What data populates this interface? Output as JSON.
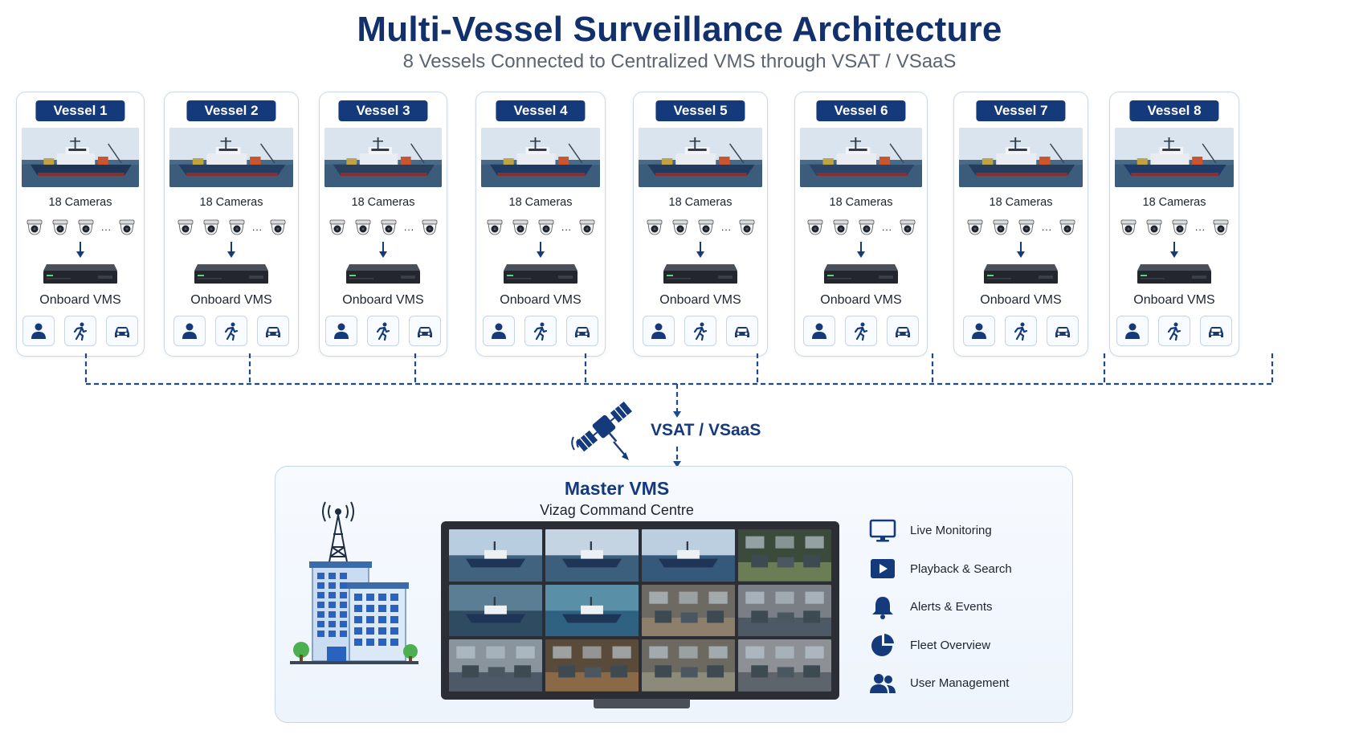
{
  "header": {
    "title": "Multi-Vessel Surveillance Architecture",
    "subtitle": "8 Vessels Connected to Centralized VMS through VSAT / VSaaS"
  },
  "vessels": [
    {
      "name": "Vessel 1",
      "cameras_label": "18 Cameras",
      "vms_label": "Onboard VMS"
    },
    {
      "name": "Vessel 2",
      "cameras_label": "18 Cameras",
      "vms_label": "Onboard VMS"
    },
    {
      "name": "Vessel 3",
      "cameras_label": "18 Cameras",
      "vms_label": "Onboard VMS"
    },
    {
      "name": "Vessel 4",
      "cameras_label": "18 Cameras",
      "vms_label": "Onboard VMS"
    },
    {
      "name": "Vessel 5",
      "cameras_label": "18 Cameras",
      "vms_label": "Onboard VMS"
    },
    {
      "name": "Vessel 6",
      "cameras_label": "18 Cameras",
      "vms_label": "Onboard VMS"
    },
    {
      "name": "Vessel 7",
      "cameras_label": "18 Cameras",
      "vms_label": "Onboard VMS"
    },
    {
      "name": "Vessel 8",
      "cameras_label": "18 Cameras",
      "vms_label": "Onboard VMS"
    }
  ],
  "camera_row": {
    "dots": "···"
  },
  "detection_icons": [
    "person-icon",
    "running-person-icon",
    "car-icon"
  ],
  "link": {
    "label": "VSAT / VSaaS",
    "icon": "satellite-icon"
  },
  "master": {
    "title": "Master VMS",
    "subtitle": "Vizag Command Centre",
    "features": [
      {
        "label": "Live Monitoring",
        "icon": "monitor-icon"
      },
      {
        "label": "Playback & Search",
        "icon": "play-icon"
      },
      {
        "label": "Alerts & Events",
        "icon": "bell-icon"
      },
      {
        "label": "Fleet Overview",
        "icon": "pie-chart-icon"
      },
      {
        "label": "User Management",
        "icon": "users-icon"
      }
    ]
  },
  "colors": {
    "navy": "#143a7c",
    "title": "#12306b",
    "dashed_line": "#1e4a8e",
    "card_border": "#cdd9ea"
  }
}
